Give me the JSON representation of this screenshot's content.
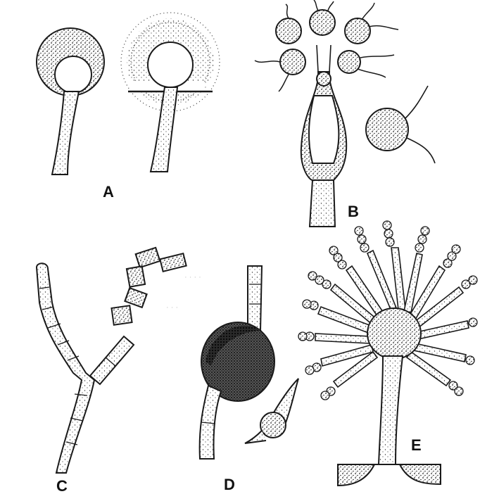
{
  "figure": {
    "labels": {
      "a": "A",
      "b": "B",
      "c": "C",
      "d": "D",
      "e": "E"
    },
    "ink": "#1a1a1a",
    "paper": "#ffffff"
  }
}
